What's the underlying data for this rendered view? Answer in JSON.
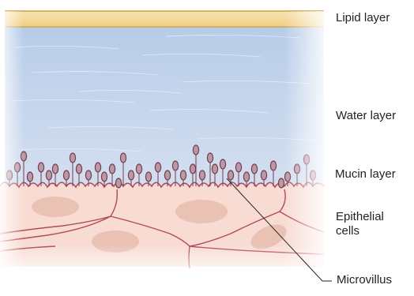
{
  "labels": {
    "lipid": "Lipid layer",
    "water": "Water layer",
    "mucin": "Mucin layer",
    "epithelial_line1": "Epithelial",
    "epithelial_line2": "cells",
    "microvillus": "Microvillus"
  },
  "colors": {
    "lipid": "#f3d89a",
    "lipid_edge": "#c9a13f",
    "water_top": "#b8cce8",
    "water_bottom": "#cfdcee",
    "mucin_fill": "#b79aa6",
    "mucin_edge": "#7a3b4b",
    "cell_fill": "#f8d9d1",
    "cell_edge": "#b04a55",
    "nucleus": "#e8c1b2",
    "leader": "#222222"
  }
}
